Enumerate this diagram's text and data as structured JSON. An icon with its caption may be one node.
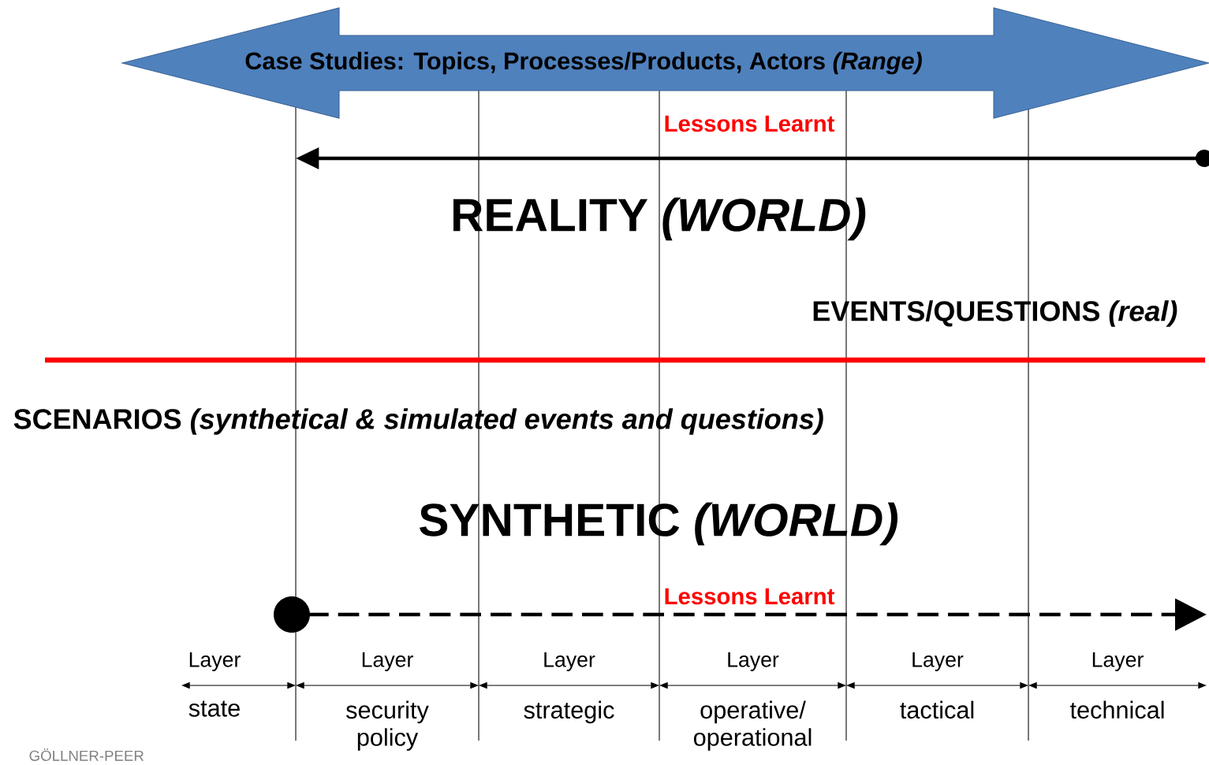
{
  "diagram": {
    "nodes": [
      {
        "text": [
          "Case Studies: Topics, Processes/Products, Actors *(Range)*"
        ]
      }
    ],
    "labels": [
      "Lessons Learnt",
      "REALITY *(WORLD)*",
      "EVENTS/QUESTIONS *(real)*",
      "SCENARIOS *(synthetical & simulated events and questions)*",
      "SYNTHETIC *(WORLD)*",
      "Lessons Learnt",
      "Layer",
      "Layer",
      "Layer",
      "Layer",
      "Layer",
      "Layer",
      "state",
      "security policy",
      "strategic",
      "operative/ operational",
      "tactical",
      "technical",
      "GÖLLNER-PEER"
    ]
  }
}
